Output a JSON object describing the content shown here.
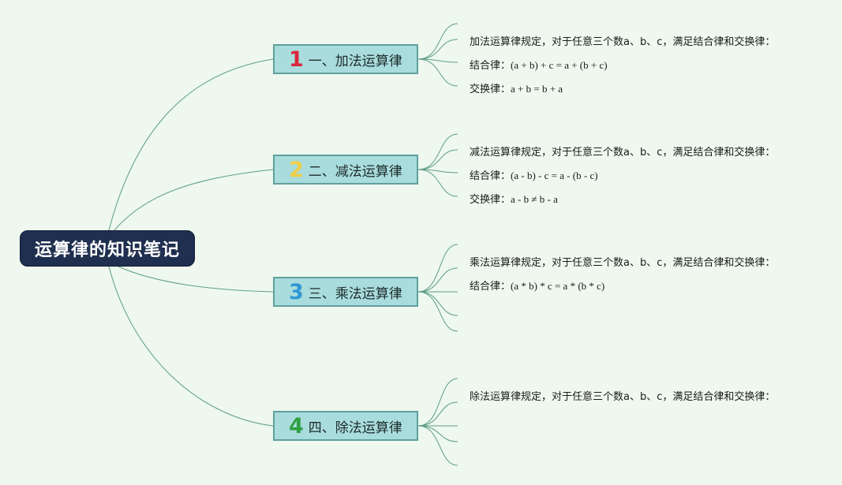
{
  "root": {
    "title": "运算律的知识笔记"
  },
  "colors": {
    "line": "#5d9c89",
    "num": [
      "#d9263d",
      "#f0cf45",
      "#2f98d4",
      "#2fa043"
    ]
  },
  "branches": [
    {
      "number": "1",
      "label": "一、加法运算律",
      "leaves": [
        {
          "label": "加法运算律规定，对于任意三个数a、b、c，满足结合律和交换律：",
          "formula": ""
        },
        {
          "label": "结合律：",
          "formula": "(a + b) + c = a + (b + c)"
        },
        {
          "label": "交换律：",
          "formula": "a + b = b + a"
        }
      ]
    },
    {
      "number": "2",
      "label": "二、减法运算律",
      "leaves": [
        {
          "label": "减法运算律规定，对于任意三个数a、b、c，满足结合律和交换律：",
          "formula": ""
        },
        {
          "label": "结合律：",
          "formula": "(a - b) - c = a - (b - c)"
        },
        {
          "label": "交换律：",
          "formula": "a - b ≠ b - a"
        }
      ]
    },
    {
      "number": "3",
      "label": "三、乘法运算律",
      "leaves": [
        {
          "label": "乘法运算律规定，对于任意三个数a、b、c，满足结合律和交换律：",
          "formula": ""
        },
        {
          "label": "结合律：",
          "formula": "(a * b) * c = a * (b * c)"
        }
      ]
    },
    {
      "number": "4",
      "label": "四、除法运算律",
      "leaves": [
        {
          "label": "除法运算律规定，对于任意三个数a、b、c，满足结合律和交换律：",
          "formula": ""
        }
      ]
    }
  ]
}
